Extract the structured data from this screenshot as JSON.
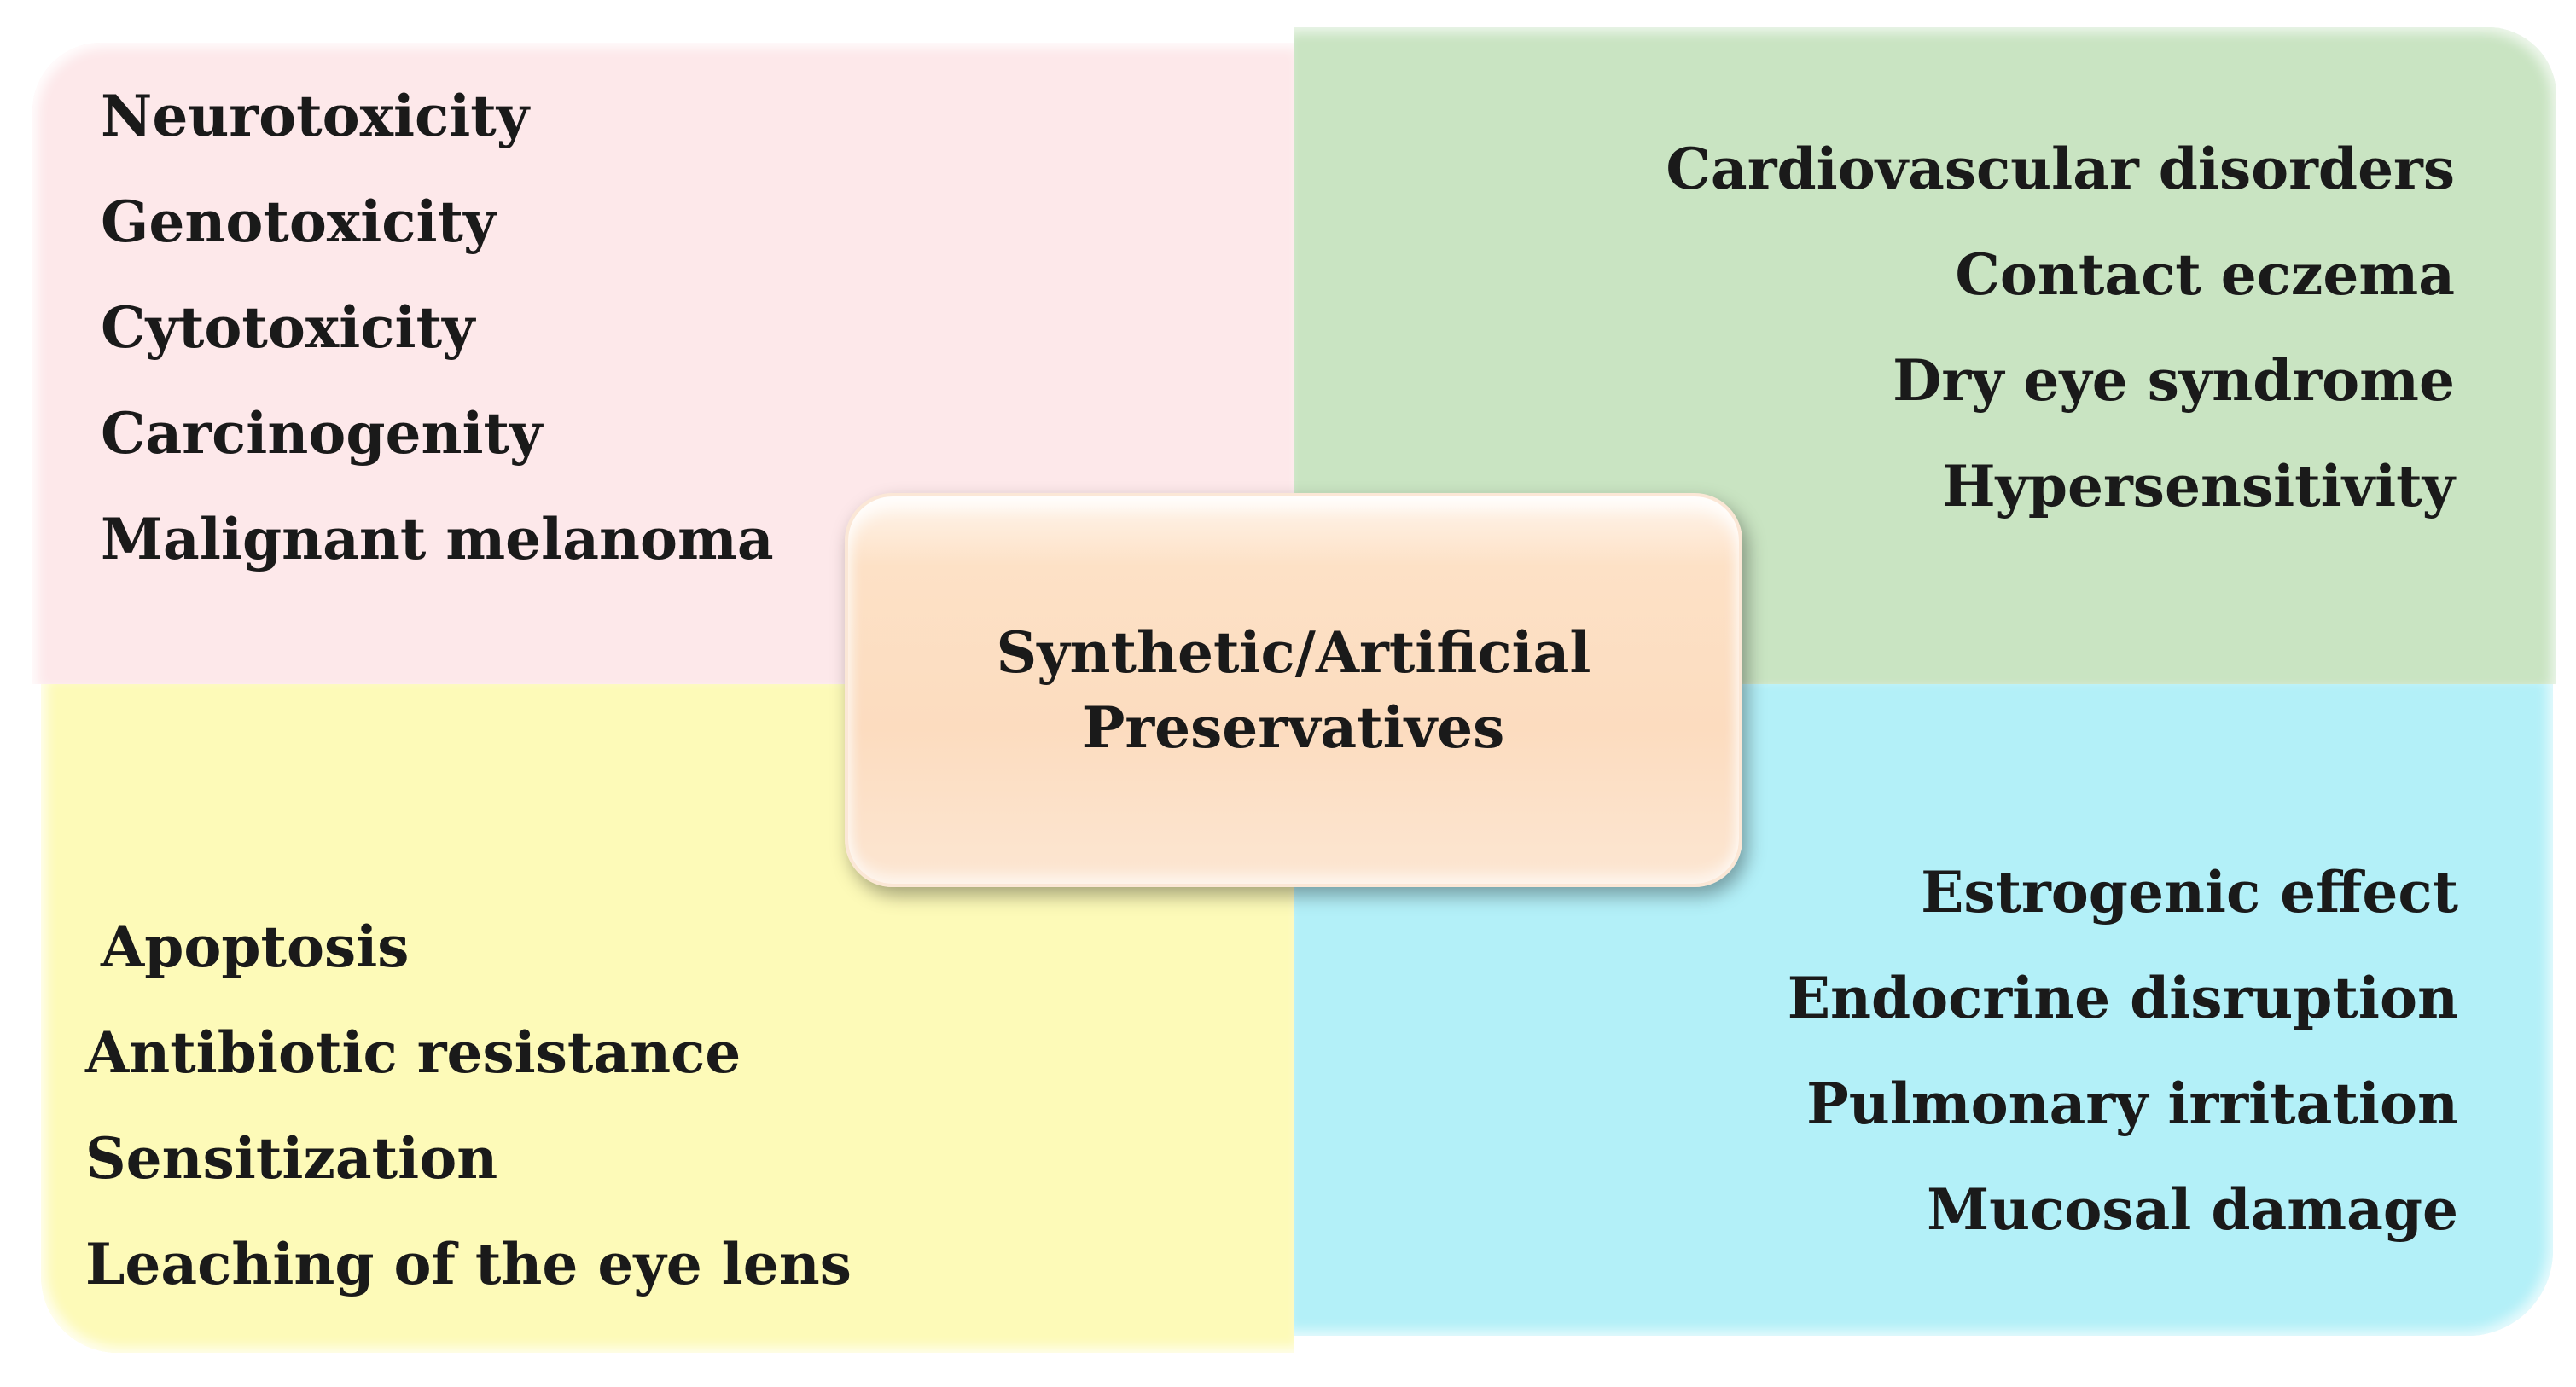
{
  "center": {
    "line1": "Synthetic/Artificial",
    "line2": "Preservatives"
  },
  "quadrants": {
    "top_left": {
      "color": "#fde8ea",
      "items": [
        "Neurotoxicity",
        "Genotoxicity",
        "Cytotoxicity",
        "Carcinogenity",
        "Malignant melanoma"
      ]
    },
    "top_right": {
      "color": "#c9e4c2",
      "items": [
        "Cardiovascular disorders",
        "Contact eczema",
        "Dry eye syndrome",
        "Hypersensitivity"
      ]
    },
    "bottom_left": {
      "color": "#fdfab8",
      "items": [
        "Apoptosis",
        "Antibiotic resistance",
        "Sensitization",
        "Leaching of the eye lens"
      ]
    },
    "bottom_right": {
      "color": "#b3f0f8",
      "items": [
        "Estrogenic effect",
        "Endocrine disruption",
        "Pulmonary irritation",
        "Mucosal damage"
      ]
    }
  }
}
